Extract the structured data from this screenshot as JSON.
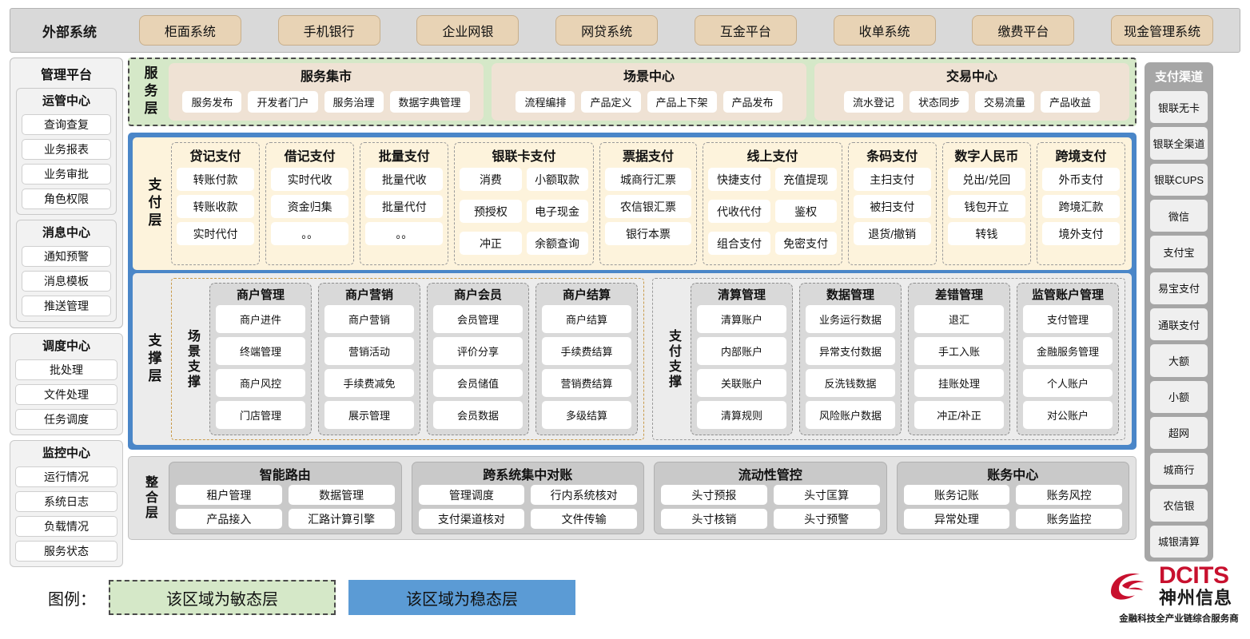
{
  "external": {
    "title": "外部系统",
    "items": [
      "柜面系统",
      "手机银行",
      "企业网银",
      "网贷系统",
      "互金平台",
      "收单系统",
      "缴费平台",
      "现金管理系统"
    ]
  },
  "management": {
    "title": "管理平台",
    "groups": [
      {
        "title": "运管中心",
        "items": [
          "查询查复",
          "业务报表",
          "业务审批",
          "角色权限"
        ]
      },
      {
        "title": "消息中心",
        "items": [
          "通知预警",
          "消息模板",
          "推送管理"
        ]
      },
      {
        "title": "调度中心",
        "items": [
          "批处理",
          "文件处理",
          "任务调度"
        ]
      },
      {
        "title": "监控中心",
        "items": [
          "运行情况",
          "系统日志",
          "负载情况",
          "服务状态"
        ]
      }
    ]
  },
  "service_layer": {
    "label": "服务层",
    "groups": [
      {
        "title": "服务集市",
        "items": [
          "服务发布",
          "开发者门户",
          "服务治理",
          "数据字典管理"
        ]
      },
      {
        "title": "场景中心",
        "items": [
          "流程编排",
          "产品定义",
          "产品上下架",
          "产品发布"
        ]
      },
      {
        "title": "交易中心",
        "items": [
          "流水登记",
          "状态同步",
          "交易流量",
          "产品收益"
        ]
      }
    ]
  },
  "payment_layer": {
    "label": "支付层",
    "columns": [
      {
        "title": "贷记支付",
        "cols": 1,
        "items": [
          "转账付款",
          "转账收款",
          "实时代付"
        ]
      },
      {
        "title": "借记支付",
        "cols": 1,
        "items": [
          "实时代收",
          "资金归集",
          "。。"
        ]
      },
      {
        "title": "批量支付",
        "cols": 1,
        "items": [
          "批量代收",
          "批量代付",
          "。。"
        ]
      },
      {
        "title": "银联卡支付",
        "cols": 2,
        "items": [
          "消费",
          "小额取款",
          "预授权",
          "电子现金",
          "冲正",
          "余额查询"
        ]
      },
      {
        "title": "票据支付",
        "cols": 1,
        "items": [
          "城商行汇票",
          "农信银汇票",
          "银行本票"
        ]
      },
      {
        "title": "线上支付",
        "cols": 2,
        "items": [
          "快捷支付",
          "充值提现",
          "代收代付",
          "鉴权",
          "组合支付",
          "免密支付"
        ]
      },
      {
        "title": "条码支付",
        "cols": 1,
        "items": [
          "主扫支付",
          "被扫支付",
          "退货/撤销"
        ]
      },
      {
        "title": "数字人民币",
        "cols": 1,
        "items": [
          "兑出/兑回",
          "钱包开立",
          "转钱"
        ]
      },
      {
        "title": "跨境支付",
        "cols": 1,
        "items": [
          "外币支付",
          "跨境汇款",
          "境外支付"
        ]
      }
    ]
  },
  "support_layer": {
    "label": "支撑层",
    "halves": [
      {
        "label": "场景支撑",
        "columns": [
          {
            "title": "商户管理",
            "items": [
              "商户进件",
              "终端管理",
              "商户风控",
              "门店管理"
            ]
          },
          {
            "title": "商户营销",
            "items": [
              "商户营销",
              "营销活动",
              "手续费减免",
              "展示管理"
            ]
          },
          {
            "title": "商户会员",
            "items": [
              "会员管理",
              "评价分享",
              "会员储值",
              "会员数据"
            ]
          },
          {
            "title": "商户结算",
            "items": [
              "商户结算",
              "手续费结算",
              "营销费结算",
              "多级结算"
            ]
          }
        ]
      },
      {
        "label": "支付支撑",
        "columns": [
          {
            "title": "清算管理",
            "items": [
              "清算账户",
              "内部账户",
              "关联账户",
              "清算规则"
            ]
          },
          {
            "title": "数据管理",
            "items": [
              "业务运行数据",
              "异常支付数据",
              "反洗钱数据",
              "风险账户数据"
            ]
          },
          {
            "title": "差错管理",
            "items": [
              "退汇",
              "手工入账",
              "挂账处理",
              "冲正/补正"
            ]
          },
          {
            "title": "监管账户管理",
            "items": [
              "支付管理",
              "金融服务管理",
              "个人账户",
              "对公账户"
            ]
          }
        ]
      }
    ]
  },
  "integration_layer": {
    "label": "整合层",
    "groups": [
      {
        "title": "智能路由",
        "items": [
          "租户管理",
          "数据管理",
          "产品接入",
          "汇路计算引擎"
        ]
      },
      {
        "title": "跨系统集中对账",
        "items": [
          "管理调度",
          "行内系统核对",
          "支付渠道核对",
          "文件传输"
        ]
      },
      {
        "title": "流动性管控",
        "items": [
          "头寸预报",
          "头寸匡算",
          "头寸核销",
          "头寸预警"
        ]
      },
      {
        "title": "账务中心",
        "items": [
          "账务记账",
          "账务风控",
          "异常处理",
          "账务监控"
        ]
      }
    ]
  },
  "channels": {
    "title": "支付渠道",
    "items": [
      "银联无卡",
      "银联全渠道",
      "银联CUPS",
      "微信",
      "支付宝",
      "易宝支付",
      "通联支付",
      "大额",
      "小额",
      "超网",
      "城商行",
      "农信银",
      "城银清算"
    ]
  },
  "legend": {
    "label": "图例：",
    "agile": "该区域为敏态层",
    "stable": "该区域为稳态层"
  },
  "logo": {
    "en": "DCITS",
    "cn": "神州信息",
    "tagline": "金融科技全产业链综合服务商"
  },
  "colors": {
    "agile_green": "#d5e8c8",
    "stable_blue": "#5b9bd5",
    "payment_cream": "#fdf3dc",
    "external_chip": "#e8d3b5",
    "brand_red": "#c8102e"
  }
}
